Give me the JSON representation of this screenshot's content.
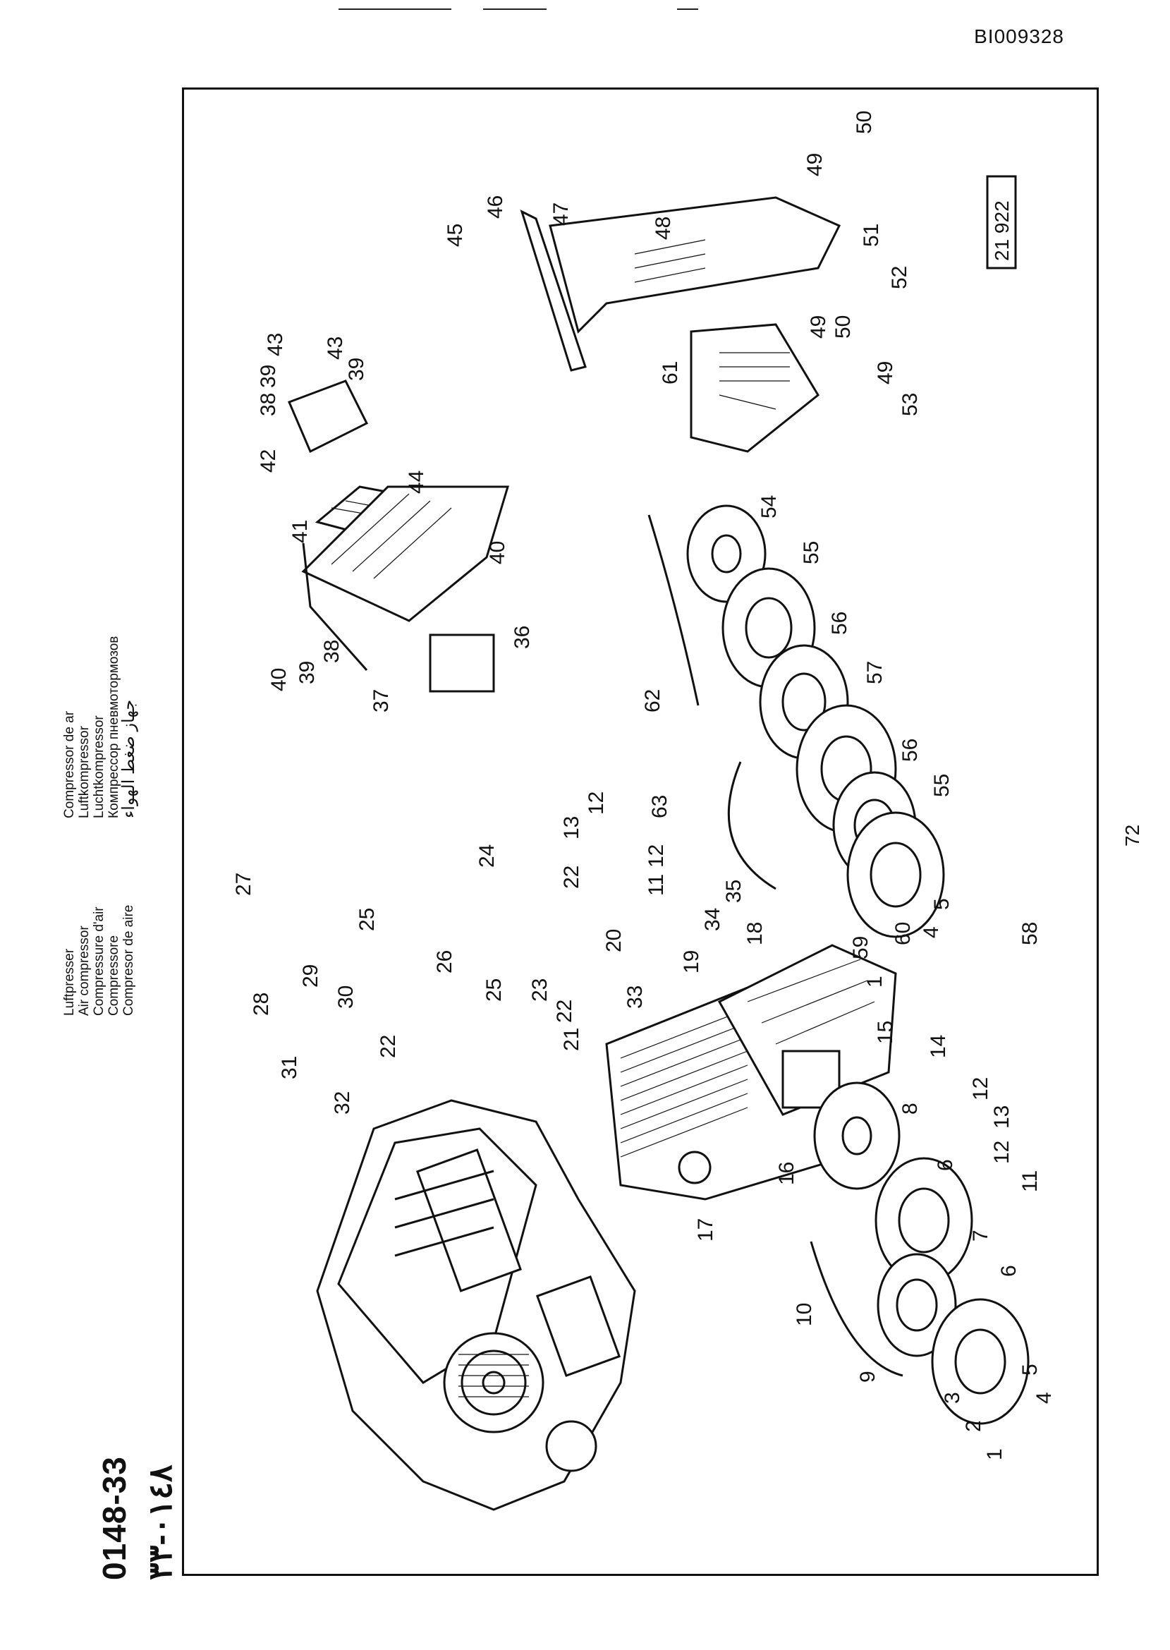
{
  "header": {
    "document_id": "BI009328",
    "page_code_latin": "0148-33",
    "page_code_arabic": "٠١٤٨-٣٣"
  },
  "titles": {
    "left_column": [
      "Luftpresser",
      "Air compressor",
      "Compressure d'air",
      "Compressore",
      "Compresor de aire"
    ],
    "right_column": [
      "Compressor de ar",
      "Luftkompressor",
      "Luchtkompressor",
      "Компрессор пневмотормозов",
      "جهاز ضغط الهواء"
    ]
  },
  "figure": {
    "reference_number": "21 922",
    "page_number": "72",
    "callouts": [
      "1",
      "2",
      "3",
      "4",
      "5",
      "6",
      "7",
      "8",
      "9",
      "10",
      "11",
      "12",
      "13",
      "14",
      "15",
      "16",
      "17",
      "18",
      "19",
      "20",
      "21",
      "22",
      "23",
      "24",
      "25",
      "26",
      "27",
      "28",
      "29",
      "30",
      "31",
      "32",
      "33",
      "34",
      "35",
      "36",
      "37",
      "38",
      "39",
      "40",
      "41",
      "42",
      "43",
      "44",
      "45",
      "46",
      "47",
      "48",
      "49",
      "50",
      "51",
      "52",
      "53",
      "54",
      "55",
      "56",
      "57",
      "58",
      "59",
      "60",
      "61",
      "62",
      "63"
    ]
  }
}
